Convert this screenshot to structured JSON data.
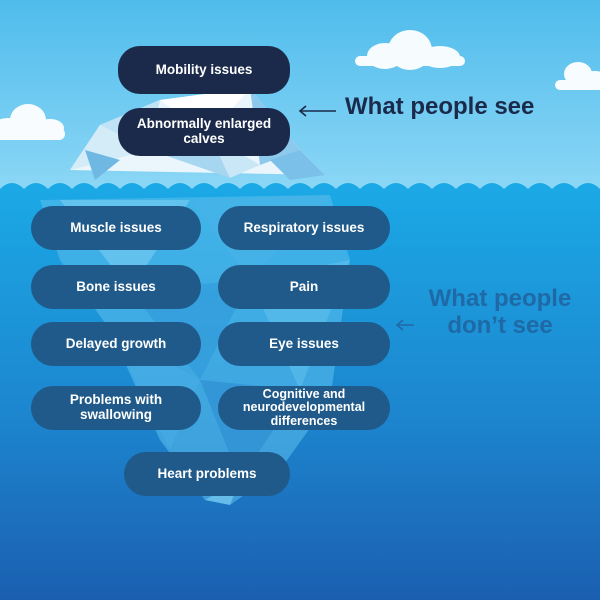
{
  "diagram": {
    "above_water": {
      "callout": "What people see",
      "items": [
        "Mobility issues",
        "Abnormally enlarged calves"
      ]
    },
    "below_water": {
      "callout": "What people don’t see",
      "items": [
        "Muscle issues",
        "Respiratory issues",
        "Bone issues",
        "Pain",
        "Delayed growth",
        "Eye issues",
        "Problems with swallowing",
        "Cognitive and neurodevelopmental differences",
        "Heart problems"
      ]
    }
  },
  "colors": {
    "sky": "#5fc3ee",
    "water_top": "#1aa7e4",
    "water_bottom": "#1b5fb0",
    "above_pill": "#1b2a4a",
    "below_pill": "#1f5a8a",
    "above_callout": "#1b2a4a",
    "below_callout": "#1f6aa6"
  }
}
